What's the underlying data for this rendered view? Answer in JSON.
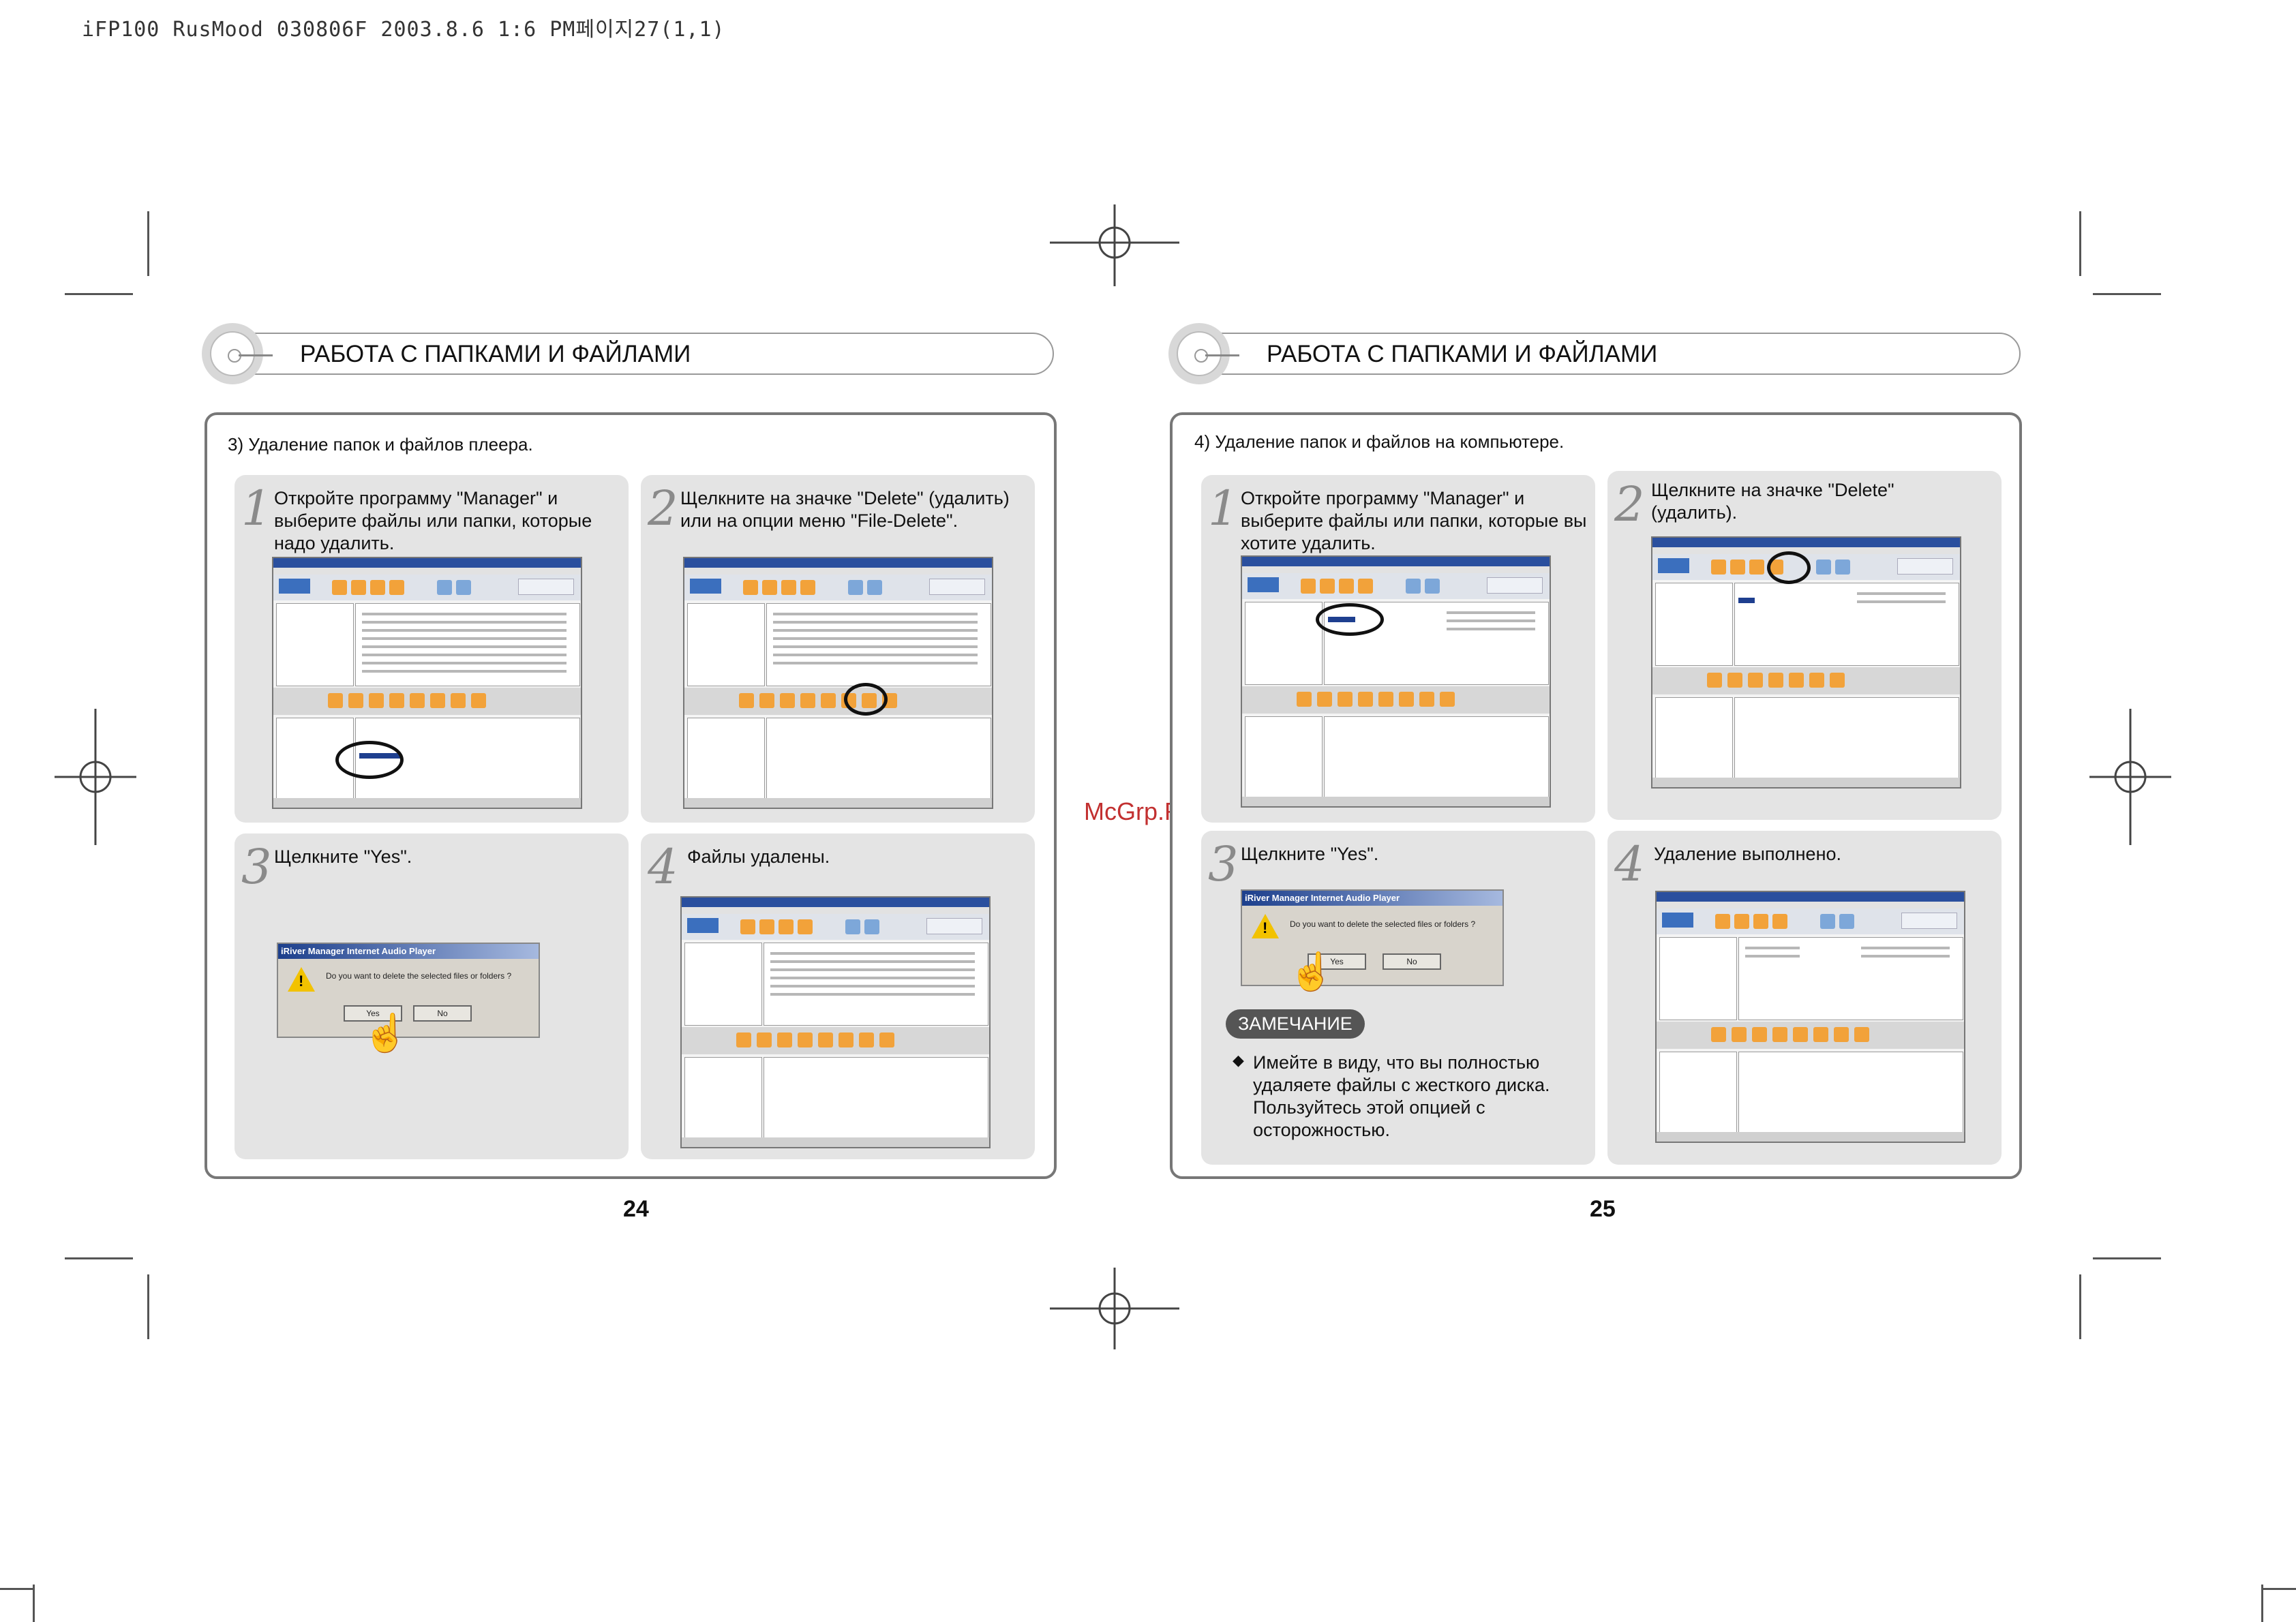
{
  "print_header": "iFP100 RusMood 030806F  2003.8.6 1:6 PM페이지27(1,1)",
  "left_page": {
    "title": "РАБОТА С ПАПКАМИ И ФАЙЛАМИ",
    "heading": "3) Удаление папок и файлов плеера.",
    "steps": [
      {
        "num": "1",
        "text": "Откройте программу \"Manager\" и выберите файлы или папки, которые надо удалить."
      },
      {
        "num": "2",
        "text": "Щелкните на значке \"Delete\" (удалить) или на опции меню \"File-Delete\"."
      },
      {
        "num": "3",
        "text": "Щелкните \"Yes\"."
      },
      {
        "num": "4",
        "text": "Файлы удалены."
      }
    ],
    "dialog": {
      "title": "iRiver Manager Internet Audio Player",
      "message": "Do you want to delete the selected files or folders ?",
      "yes": "Yes",
      "no": "No"
    },
    "page_number": "24"
  },
  "right_page": {
    "title": "РАБОТА С ПАПКАМИ И ФАЙЛАМИ",
    "heading": "4) Удаление папок и файлов на компьютере.",
    "steps": [
      {
        "num": "1",
        "text": "Откройте программу \"Manager\" и выберите файлы или папки, которые вы хотите удалить."
      },
      {
        "num": "2",
        "text": "Щелкните на значке \"Delete\" (удалить)."
      },
      {
        "num": "3",
        "text": "Щелкните  \"Yes\"."
      },
      {
        "num": "4",
        "text": "Удаление выполнено."
      }
    ],
    "dialog": {
      "title": "iRiver Manager Internet Audio Player",
      "message": "Do you want to delete the selected files or folders ?",
      "yes": "Yes",
      "no": "No"
    },
    "note": {
      "label": "ЗАМЕЧАНИЕ",
      "bullet": "◆",
      "text": "Имейте в виду, что вы полностью удаляете файлы с жесткого диска. Пользуйтесь этой опцией с осторожностью."
    },
    "page_number": "25"
  },
  "watermark": "McGrp.Ru",
  "colors": {
    "panel_border": "#777777",
    "step_bg": "#e4e4e4",
    "note_badge": "#555555",
    "watermark": "#c23030"
  }
}
